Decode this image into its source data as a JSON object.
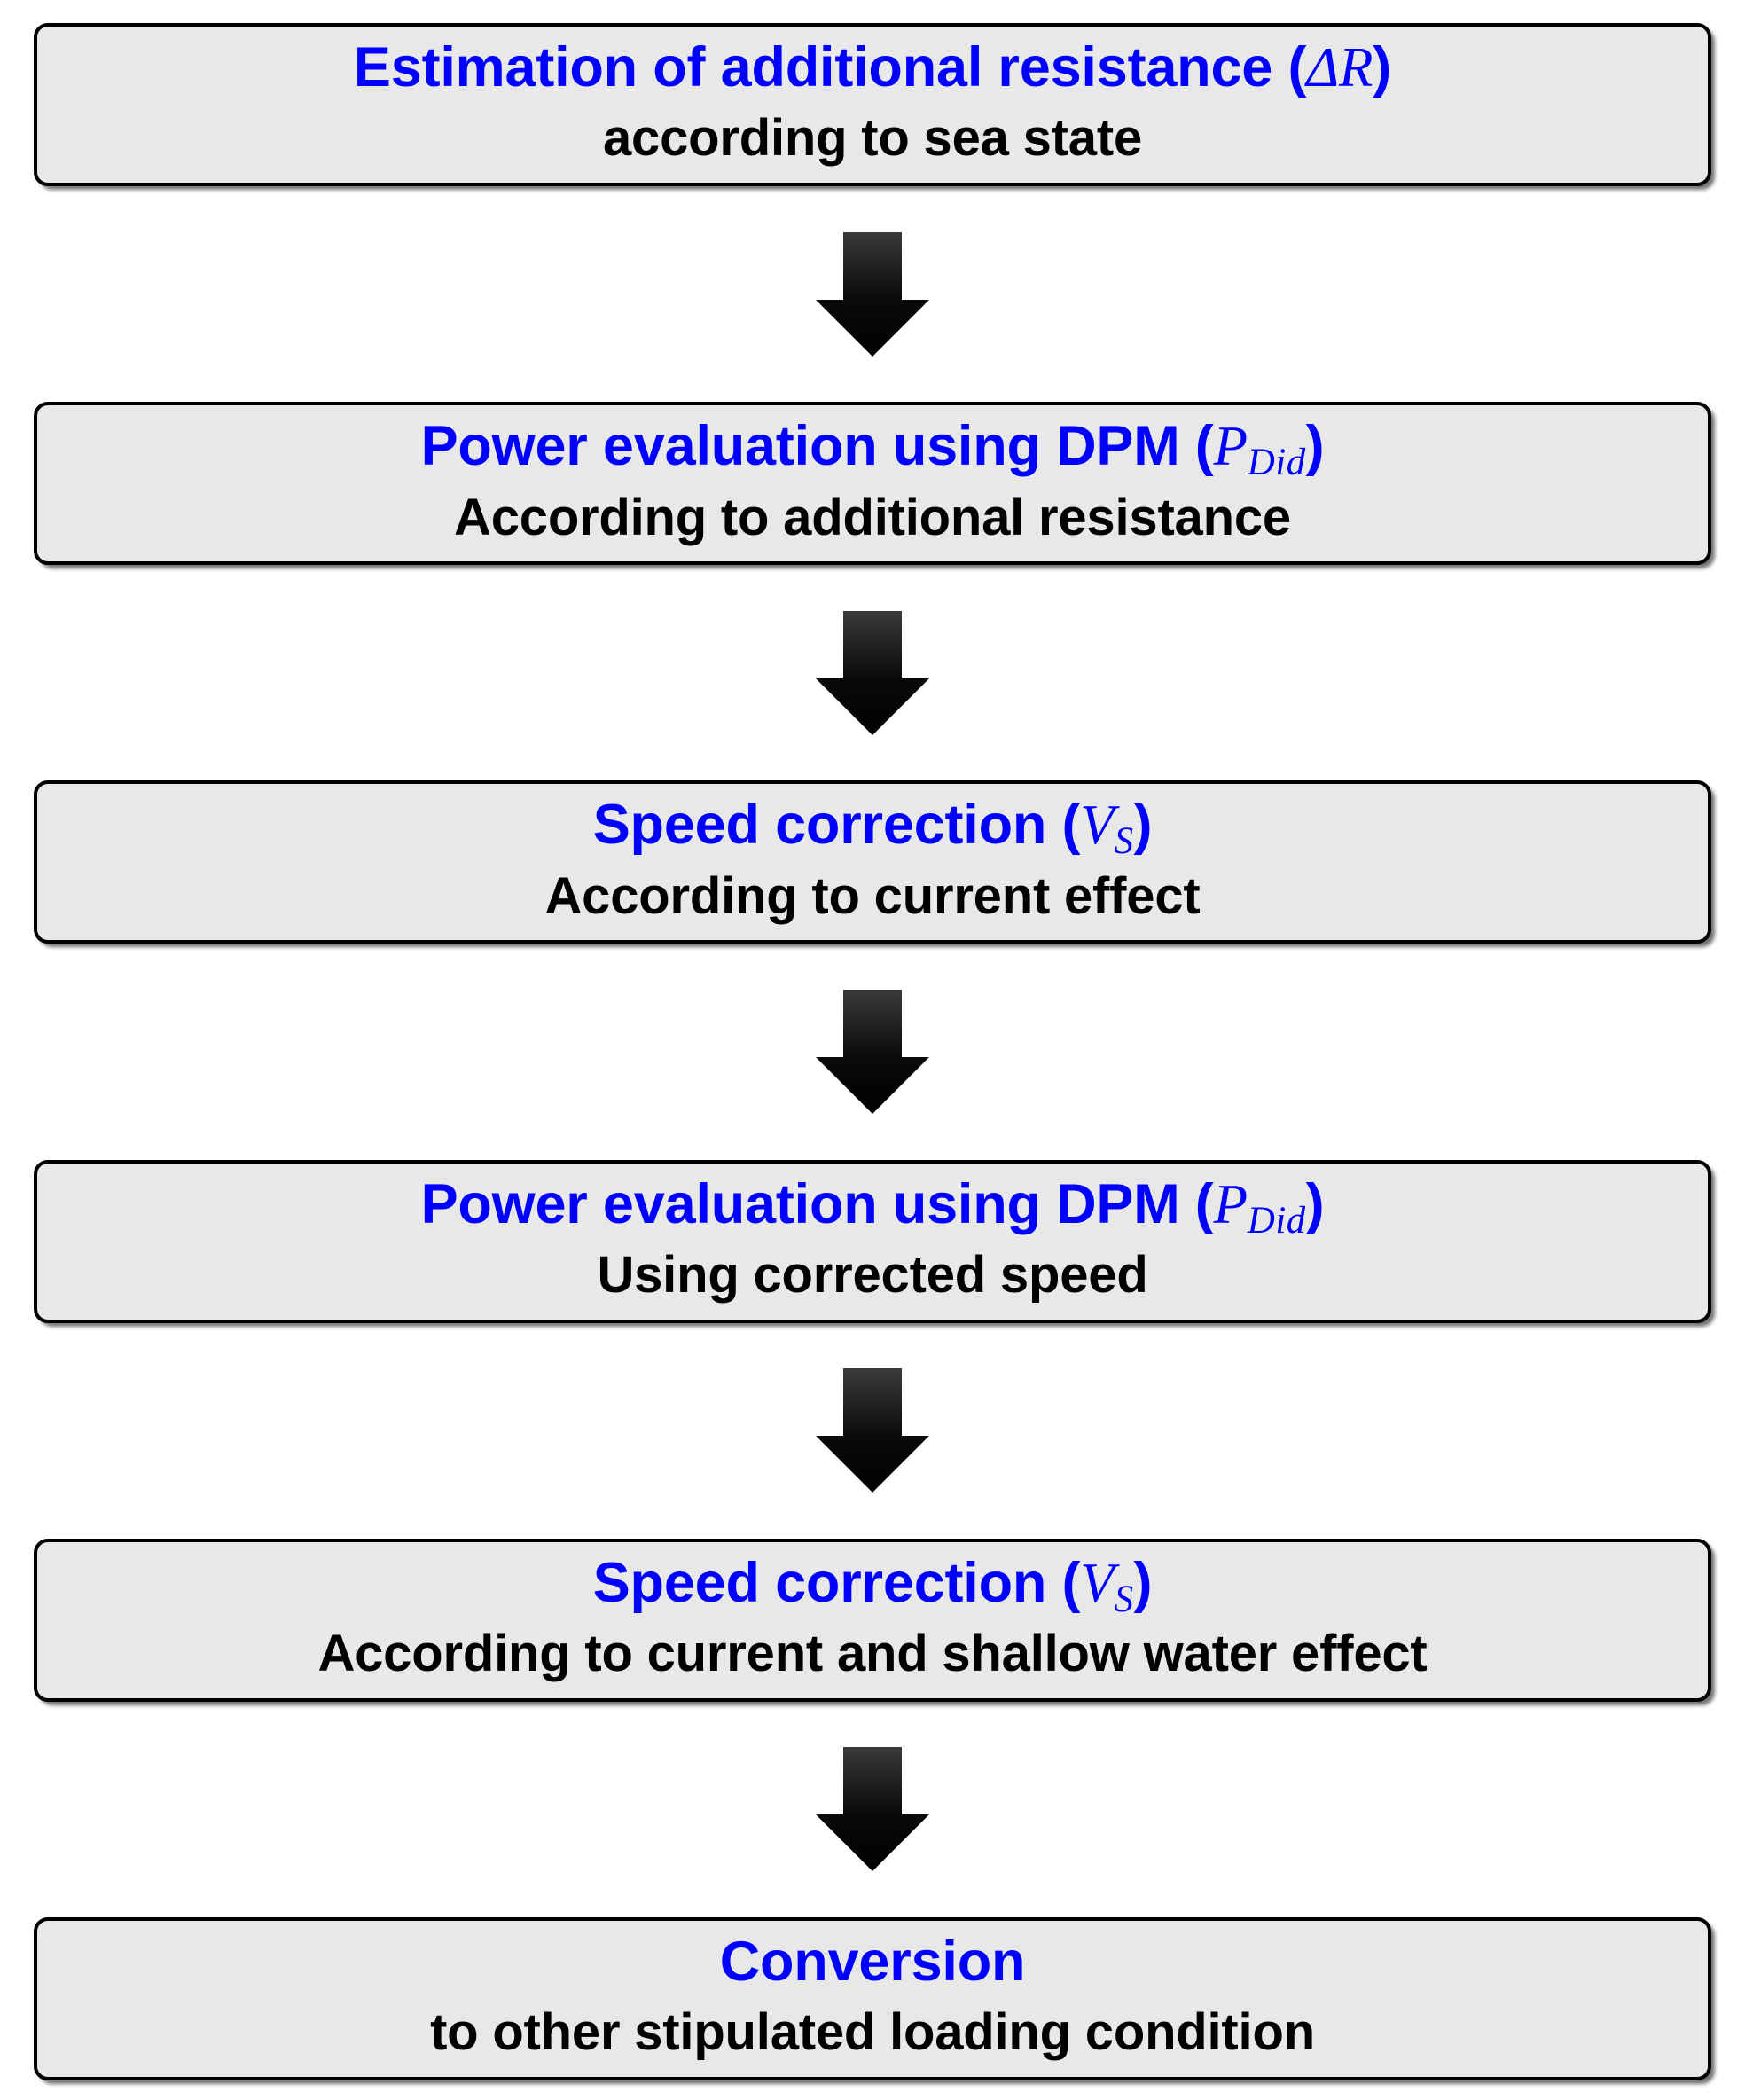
{
  "diagram": {
    "title": "Speed-power performance correction procedure",
    "type": "vertical flowchart",
    "orientation": "top-to-bottom",
    "colors": {
      "primary_text": "#0000FF",
      "secondary_text": "#000000",
      "node_fill": "#E8E8E8",
      "node_border": "#000000",
      "arrow_fill": "#000000",
      "background": "#FFFFFF"
    },
    "nodes": [
      {
        "id": "node-1",
        "primary_prefix": "Estimation of additional resistance (",
        "primary_var": "ΔR",
        "primary_sub": "",
        "primary_suffix": ")",
        "secondary": "according to sea state"
      },
      {
        "id": "node-2",
        "primary_prefix": "Power evaluation using DPM (",
        "primary_var": "P",
        "primary_sub": "Did",
        "primary_suffix": ")",
        "secondary": "According to additional resistance"
      },
      {
        "id": "node-3",
        "primary_prefix": "Speed correction (",
        "primary_var": "V",
        "primary_sub": "S",
        "primary_suffix": ")",
        "secondary": "According to current effect"
      },
      {
        "id": "node-4",
        "primary_prefix": "Power evaluation using DPM (",
        "primary_var": "P",
        "primary_sub": "Did",
        "primary_suffix": ")",
        "secondary": "Using corrected speed"
      },
      {
        "id": "node-5",
        "primary_prefix": "Speed correction (",
        "primary_var": "V",
        "primary_sub": "S",
        "primary_suffix": ")",
        "secondary": "According to current and shallow water effect"
      },
      {
        "id": "node-6",
        "primary_prefix": "Conversion",
        "primary_var": "",
        "primary_sub": "",
        "primary_suffix": "",
        "secondary": "to other stipulated loading condition"
      }
    ],
    "connectors": [
      {
        "id": "arrow-1",
        "from": "node-1",
        "to": "node-2",
        "icon": "down-arrow-icon"
      },
      {
        "id": "arrow-2",
        "from": "node-2",
        "to": "node-3",
        "icon": "down-arrow-icon"
      },
      {
        "id": "arrow-3",
        "from": "node-3",
        "to": "node-4",
        "icon": "down-arrow-icon"
      },
      {
        "id": "arrow-4",
        "from": "node-4",
        "to": "node-5",
        "icon": "down-arrow-icon"
      },
      {
        "id": "arrow-5",
        "from": "node-5",
        "to": "node-6",
        "icon": "down-arrow-icon"
      }
    ]
  }
}
